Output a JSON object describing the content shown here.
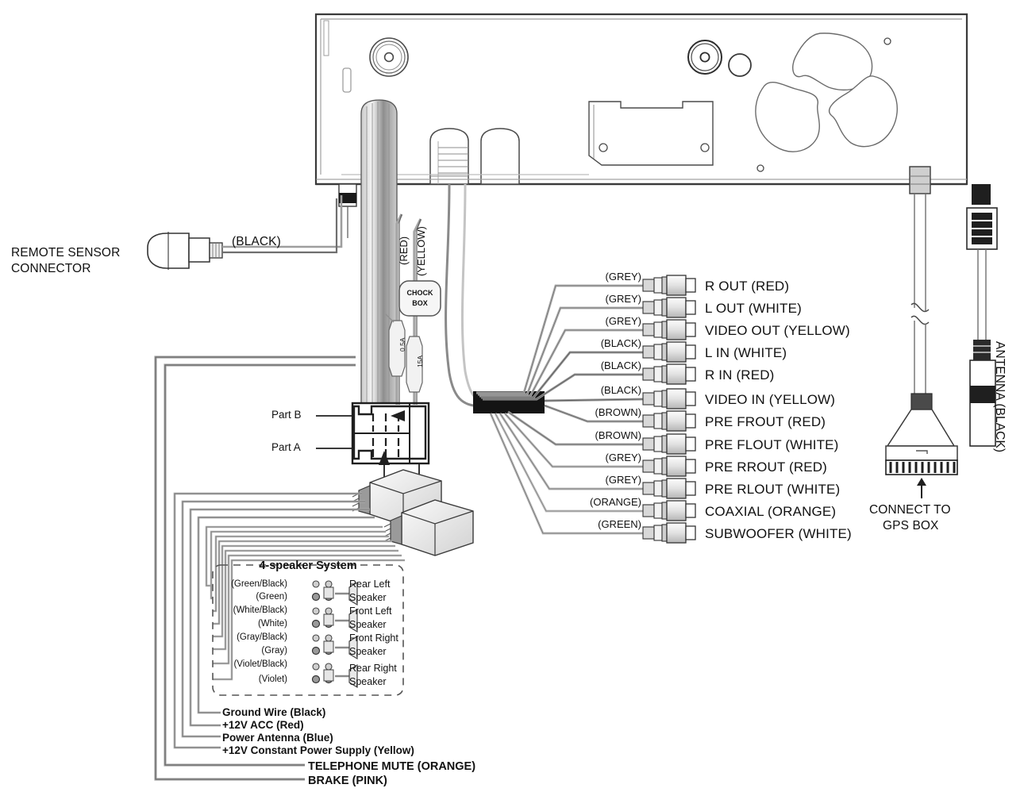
{
  "diagram": {
    "title": "Car head unit wiring connection diagram",
    "type": "wiring-diagram"
  },
  "remote_sensor": {
    "line1": "REMOTE SENSOR",
    "line2": "CONNECTOR",
    "wire_color": "(BLACK)"
  },
  "harness": {
    "red_wire": "(RED)",
    "yellow_wire": "(YELLOW)",
    "chock_box_line1": "CHOCK",
    "chock_box_line2": "BOX",
    "fuse_small": "0.5A",
    "fuse_large": "15A",
    "part_b": "Part B",
    "part_a": "Part A"
  },
  "rca": {
    "rows": [
      {
        "color": "(GREY)",
        "label": "R OUT (RED)"
      },
      {
        "color": "(GREY)",
        "label": "L OUT (WHITE)"
      },
      {
        "color": "(GREY)",
        "label": "VIDEO OUT (YELLOW)"
      },
      {
        "color": "(BLACK)",
        "label": "L IN (WHITE)"
      },
      {
        "color": "(BLACK)",
        "label": "R IN (RED)"
      },
      {
        "color": "(BLACK)",
        "label": "VIDEO IN (YELLOW)"
      },
      {
        "color": "(BROWN)",
        "label": "PRE FROUT (RED)"
      },
      {
        "color": "(BROWN)",
        "label": "PRE FLOUT (WHITE)"
      },
      {
        "color": "(GREY)",
        "label": "PRE RROUT (RED)"
      },
      {
        "color": "(GREY)",
        "label": "PRE RLOUT (WHITE)"
      },
      {
        "color": "(ORANGE)",
        "label": "COAXIAL (ORANGE)"
      },
      {
        "color": "(GREEN)",
        "label": "SUBWOOFER (WHITE)"
      }
    ]
  },
  "gps": {
    "line1": "CONNECT TO",
    "line2": "GPS BOX"
  },
  "antenna": {
    "label": "ANTENNA (BLACK)"
  },
  "speakers": {
    "title": "4-speaker System",
    "wires": [
      "(Green/Black)",
      "(Green)",
      "(White/Black)",
      "(White)",
      "(Gray/Black)",
      "(Gray)",
      "(Violet/Black)",
      "(Violet)"
    ],
    "names": [
      {
        "line1": "Rear Left",
        "line2": "Speaker"
      },
      {
        "line1": "Front Left",
        "line2": "Speaker"
      },
      {
        "line1": "Front Right",
        "line2": "Speaker"
      },
      {
        "line1": "Rear Right",
        "line2": "Speaker"
      }
    ]
  },
  "power_wires": [
    "Ground Wire (Black)",
    "+12V ACC (Red)",
    "Power Antenna (Blue)",
    "+12V Constant Power Supply (Yellow)"
  ],
  "extra_wires": [
    "TELEPHONE MUTE (ORANGE)",
    "BRAKE (PINK)"
  ],
  "colors": {
    "line": "#2b2b2b",
    "wire_light": "#b9b9b9",
    "wire_mid": "#8d8d8d",
    "wire_dark": "#3a3a3a",
    "fill_light": "#f4f4f4",
    "fill_mid": "#dcdcdc",
    "black_block": "#1a1a1a",
    "text": "#111111"
  }
}
